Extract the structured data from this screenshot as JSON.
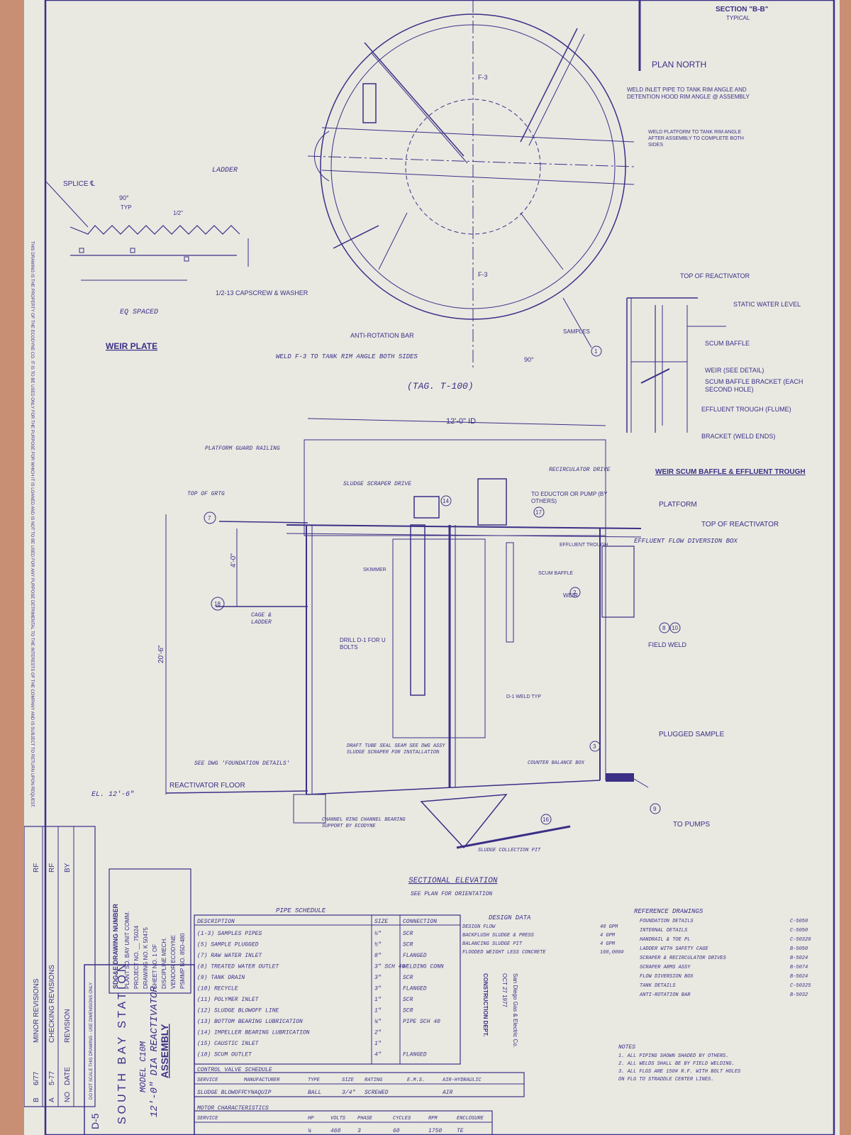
{
  "title": {
    "section": "SECTION \"B-B\"",
    "section_sub": "TYPICAL",
    "plan_north": "PLAN NORTH",
    "tag": "(TAG. T-100)",
    "sectional_elevation": "SECTIONAL ELEVATION",
    "sectional_sub": "SEE PLAN FOR ORIENTATION",
    "weir_plate": "WEIR PLATE",
    "weir_detail": "WEIR SCUM BAFFLE & EFFLUENT TROUGH"
  },
  "plan_labels": {
    "well_inlet": "WELD INLET PIPE TO TANK RIM ANGLE AND DETENTION HOOD RIM ANGLE @ ASSEMBLY",
    "weld_platform": "WELD PLATFORM TO TANK RIM ANGLE AFTER ASSEMBLY TO COMPLETE BOTH SIDES",
    "ladder": "LADDER",
    "anti_rotation": "ANTI-ROTATION BAR",
    "weld_f3": "WELD F-3 TO TANK RIM ANGLE BOTH SIDES",
    "samples": "SAMPLES",
    "f3a": "F-3",
    "f3b": "F-3",
    "angle": "90°"
  },
  "weir_plate_labels": {
    "splice": "SPLICE ℄",
    "angle": "90°",
    "typ": "TYP",
    "pitch": "1/2\"",
    "eq_spaced": "EQ SPACED",
    "capscrew": "1/2-13 CAPSCREW & WASHER"
  },
  "detail_labels": [
    "TOP OF REACTIVATOR",
    "STATIC WATER LEVEL",
    "SCUM BAFFLE",
    "WEIR (SEE DETAIL)",
    "SCUM BAFFLE BRACKET (EACH SECOND HOLE)",
    "EFFLUENT TROUGH (FLUME)",
    "BRACKET (WELD ENDS)"
  ],
  "elevation_labels": {
    "width": "12'-0\" ID",
    "platform_guard": "PLATFORM GUARD RAILING",
    "recirculator_drive": "RECIRCULATOR DRIVE",
    "sludge_drive": "SLUDGE SCRAPER DRIVE",
    "to_eductor": "TO EDUCTOR OR PUMP (BY OTHERS)",
    "platform": "PLATFORM",
    "top_reactivator": "TOP OF REACTIVATOR",
    "diversion": "EFFLUENT FLOW DIVERSION BOX",
    "top_grtg": "TOP OF GRTG",
    "effluent_trough": "EFFLUENT TROUGH",
    "scum_baffle": "SCUM BAFFLE",
    "weir": "WEIR",
    "skimmer": "SKIMMER",
    "cage_ladder": "CAGE & LADDER",
    "drill": "DRILL D-1 FOR U BOLTS",
    "field_weld": "FIELD WELD",
    "d1": "D-1 WELD TYP",
    "draft_tube": "DRAFT TUBE SEAL SEAM SEE DWG ASSY SLUDGE SCRAPER FOR INSTALLATION",
    "counter_balance": "COUNTER BALANCE BOX",
    "plugged": "PLUGGED SAMPLE",
    "foundation": "SEE DWG 'FOUNDATION DETAILS'",
    "floor": "REACTIVATOR FLOOR",
    "el": "EL. 12'-6\"",
    "channel": "CHANNEL RING CHANNEL BEARING SUPPORT BY ECODYNE",
    "collection": "SLUDGE COLLECTION PIT",
    "to_pumps": "TO PUMPS",
    "dim_4": "4'-0\"",
    "dim_20": "20'-6\""
  },
  "pipe_schedule": {
    "title": "PIPE SCHEDULE",
    "headers": [
      "DESCRIPTION",
      "SIZE",
      "CONNECTION"
    ],
    "rows": [
      [
        "(1-3) SAMPLES PIPES",
        "½\"",
        "SCR"
      ],
      [
        "(5) SAMPLE PLUGGED",
        "½\"",
        "SCR"
      ],
      [
        "(7) RAW WATER INLET",
        "8\"",
        "FLANGED"
      ],
      [
        "(8) TREATED WATER OUTLET",
        "3\" SCH 40",
        "WELDING CONN"
      ],
      [
        "(9) TANK DRAIN",
        "3\"",
        "SCR"
      ],
      [
        "(10) RECYCLE",
        "3\"",
        "FLANGED"
      ],
      [
        "(11) POLYMER INLET",
        "1\"",
        "SCR"
      ],
      [
        "(12) SLUDGE BLOWOFF LINE",
        "1\"",
        "SCR"
      ],
      [
        "(13) BOTTOM BEARING LUBRICATION",
        "¼\"",
        "PIPE SCH 40"
      ],
      [
        "(14) IMPELLER BEARING LUBRICATION",
        "2\"",
        ""
      ],
      [
        "(15) CAUSTIC INLET",
        "1\"",
        ""
      ],
      [
        "(18) SCUM OUTLET",
        "4\"",
        "FLANGED"
      ]
    ]
  },
  "design_data": {
    "title": "DESIGN DATA",
    "rows": [
      [
        "DESIGN FLOW",
        "40 GPM"
      ],
      [
        "BACKFLUSH SLUDGE & PRESS",
        "4 GPM"
      ],
      [
        "BALANCING SLUDGE PIT",
        "4 GPM"
      ],
      [
        "FLOODED WEIGHT LESS CONCRETE",
        "160,000#"
      ]
    ],
    "constr_dept": "CONSTRUCTION DEPT.",
    "company": "San Diego Gas & Electric Co.",
    "date": "OCT 27 1977"
  },
  "reference": {
    "title": "REFERENCE DRAWINGS",
    "rows": [
      [
        "FOUNDATION DETAILS",
        "C-5050"
      ],
      [
        "INTERNAL DETAILS",
        "C-5050"
      ],
      [
        "HANDRAIL & TOE PL",
        "C-50320"
      ],
      [
        "LADDER WITH SAFETY CAGE",
        "B-5050"
      ],
      [
        "SCRAPER & RECIRCULATOR DRIVES",
        "B-5024"
      ],
      [
        "SCRAPER ARMS ASSY",
        "B-5074"
      ],
      [
        "FLOW DIVERSION BOX",
        "B-5024"
      ],
      [
        "TANK DETAILS",
        "C-50325"
      ],
      [
        "ANTI-ROTATION BAR",
        "B-5032"
      ]
    ]
  },
  "notes": {
    "title": "NOTES",
    "lines": [
      "1. ALL PIPING SHOWN SHADED BY OTHERS.",
      "2. ALL WELDS SHALL BE BY FIELD WELDING.",
      "3. ALL FLGS ARE 150# R.F. WITH BOLT HOLES",
      "ON FLG TO STRADDLE CENTER LINES."
    ]
  },
  "valve_schedule": {
    "title": "CONTROL VALVE SCHEDULE",
    "headers": [
      "SERVICE",
      "MANUFACTURER",
      "TYPE",
      "SIZE",
      "RATING",
      "E.M.S.",
      "AIR-HYDRAULIC"
    ],
    "rows": [
      [
        "SLUDGE BLOWOFF",
        "CYNAQUIP",
        "BALL",
        "3/4\"",
        "SCREWED",
        "",
        "AIR"
      ]
    ]
  },
  "motor": {
    "title": "MOTOR CHARACTERISTICS",
    "headers": [
      "SERVICE",
      "HP",
      "VOLTS",
      "PHASE",
      "CYCLES",
      "RPM",
      "ENCLOSURE"
    ],
    "rows": [
      [
        "",
        "¼",
        "460",
        "3",
        "60",
        "1750",
        "TE"
      ]
    ]
  },
  "sdge_box": {
    "title": "SDG&E DRAWING NUMBER",
    "lines": [
      "PLANT  SO. BAY UNIT COMM.",
      "PROJECT NO. __ 75024",
      "DRAWING NO. K 50475",
      "SHEET NO. 1 OF",
      "DISCIPLINE  MECH.",
      "VENDOR  ECODYNE",
      "PSMMP NO. 85D-480"
    ]
  },
  "revisions": {
    "rows": [
      [
        "B",
        "6/77",
        "MINOR REVISIONS",
        "RF"
      ],
      [
        "A",
        "5-77",
        "CHECKING REVISIONS",
        "RF"
      ],
      [
        "NO",
        "DATE",
        "REVISION",
        "BY"
      ]
    ],
    "warning": "DO NOT SCALE THIS DRAWING - USE DIMENSIONS ONLY"
  },
  "title_block": {
    "line1": "ASSEMBLY",
    "line2": "12'-0\" DIA REACTIVATOR",
    "line3": "MODEL C10M",
    "line4": "SOUTH BAY STATION",
    "dwg_no": "D-5"
  },
  "property_note": "THIS DRAWING IS THE PROPERTY OF THE ECODYNE CO. IT IS TO BE USED ONLY FOR THE PURPOSE FOR WHICH IT IS LOANED AND IS NOT TO BE USED FOR ANY PURPOSE DETRIMENTAL TO THE INTERESTS OF THE COMPANY AND IS SUBJECT TO RETURN UPON REQUEST.",
  "callouts": [
    "1",
    "2",
    "3",
    "7",
    "8",
    "9",
    "10",
    "14",
    "16",
    "17",
    "18"
  ],
  "colors": {
    "ink": "#3b2f86",
    "paper": "#e9e9e2",
    "table": "#c98f74"
  }
}
